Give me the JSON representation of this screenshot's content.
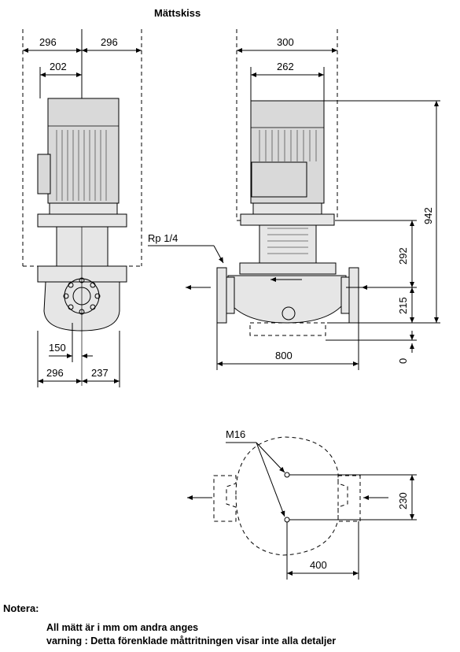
{
  "title": "Mättskiss",
  "dimensions": {
    "front_left_width": "296",
    "front_right_width": "296",
    "front_motor_half": "202",
    "front_flange_offset": "150",
    "front_base_left": "296",
    "front_base_right": "237",
    "side_total_width": "300",
    "side_motor_width": "262",
    "side_total_height": "942",
    "side_upper_height": "292",
    "side_inlet_height": "215",
    "side_zero": "0",
    "side_port_to_port": "800",
    "plan_bolt_spacing": "230",
    "plan_center_offset": "400"
  },
  "labels": {
    "pressure_port": "Rp 1/4",
    "bolt_thread": "M16"
  },
  "notes": {
    "heading": "Notera:",
    "line1": "All mätt är i mm om andra anges",
    "line2": "varning : Detta förenklade måttritningen visar inte alla detaljer"
  }
}
